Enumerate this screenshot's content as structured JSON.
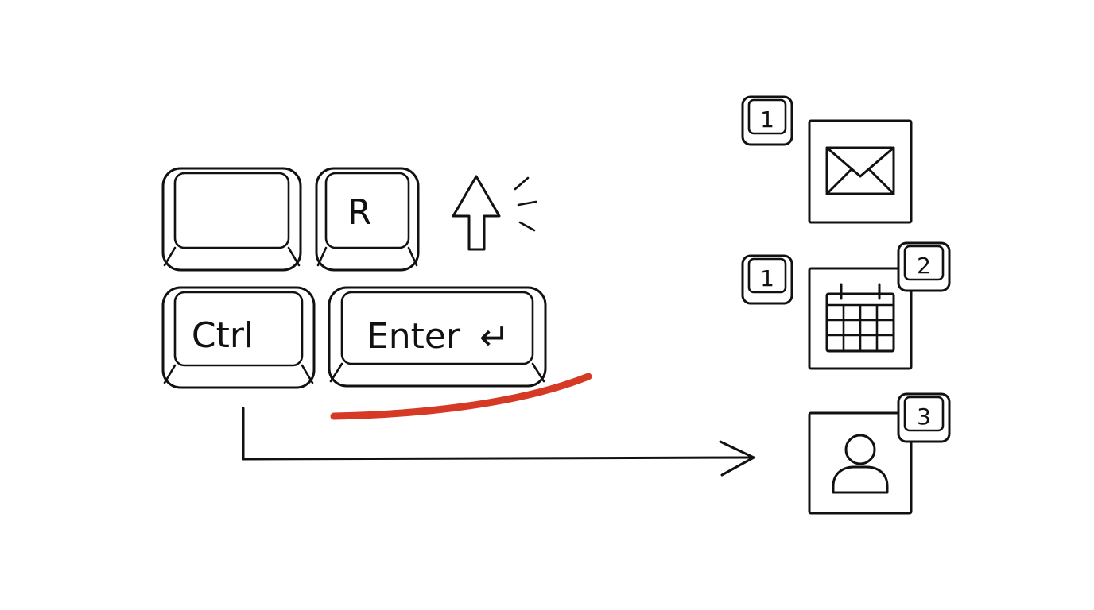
{
  "keys": {
    "blank": "",
    "r": "R",
    "ctrl": "Ctrl",
    "enter": "Enter",
    "enter_symbol": "↵"
  },
  "badges": {
    "mail_left": "1",
    "calendar_left": "1",
    "calendar_right": "2",
    "contact_right": "3"
  },
  "icons": {
    "arrow_up": "arrow-up-icon",
    "mail": "mail-icon",
    "calendar": "calendar-icon",
    "contact": "person-icon"
  },
  "colors": {
    "ink": "#111111",
    "accent": "#d63a25"
  }
}
